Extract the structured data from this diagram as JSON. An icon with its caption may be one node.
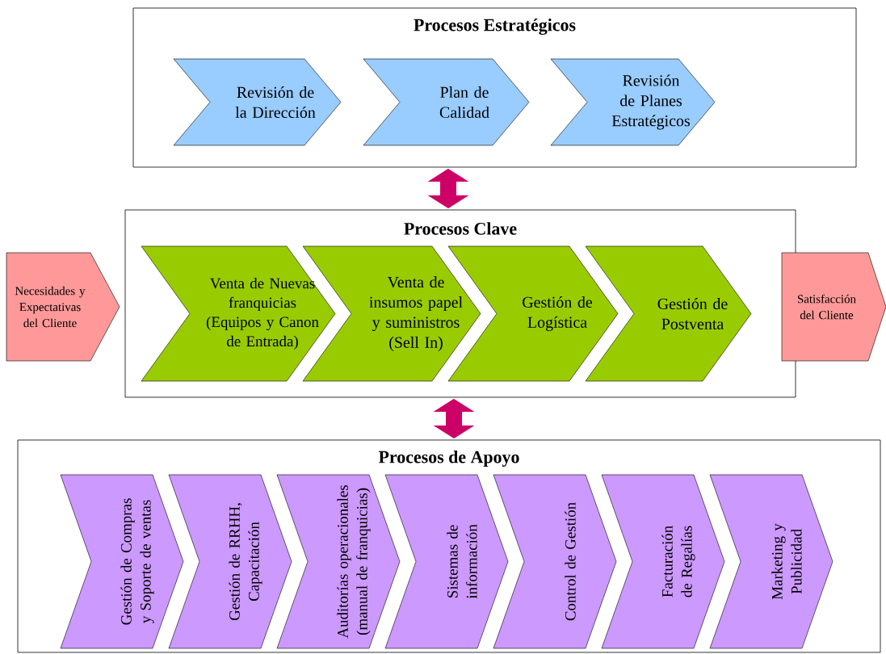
{
  "diagram": {
    "nodes": [
      {
        "text": [
          "Procesos Estratégicos"
        ]
      },
      {
        "text": [
          "Revisión de la Dirección"
        ],
        "in": 0
      },
      {
        "text": [
          "Plan de Calidad"
        ],
        "in": 0
      },
      {
        "text": [
          "Revisión de Planes Estratégicos"
        ],
        "in": 0
      },
      {
        "text": [
          "Procesos Clave"
        ]
      },
      {
        "text": [
          "Venta de Nuevas franquicias (Equipos y Canon de Entrada)"
        ],
        "in": 4
      },
      {
        "text": [
          "Venta de insumos papel y suministros (Sell In)"
        ],
        "in": 4
      },
      {
        "text": [
          "Gestión de Logística"
        ],
        "in": 4
      },
      {
        "text": [
          "Gestión de Postventa"
        ],
        "in": 4
      },
      {
        "text": [
          "Necesidades y Expectativas del Cliente"
        ]
      },
      {
        "text": [
          "Satisfacción del Cliente"
        ]
      },
      {
        "text": [
          "Procesos de Apoyo"
        ]
      },
      {
        "text": [
          "Gestión de Compras y Soporte de ventas"
        ],
        "in": 11
      },
      {
        "text": [
          "Gestión de RRHH, Capacitación"
        ],
        "in": 11
      },
      {
        "text": [
          "Auditorías operacionales (manual de franquicias)"
        ],
        "in": 11
      },
      {
        "text": [
          "Sistemas de información"
        ],
        "in": 11
      },
      {
        "text": [
          "Control de Gestión"
        ],
        "in": 11
      },
      {
        "text": [
          "Facturación de Regalías"
        ],
        "in": 11
      },
      {
        "text": [
          "Marketing y Publicidad"
        ],
        "in": 11
      }
    ],
    "edges": [
      {
        "from": 0,
        "to": 4,
        "arrow": "both"
      },
      {
        "from": 4,
        "to": 11,
        "arrow": "both"
      }
    ]
  }
}
